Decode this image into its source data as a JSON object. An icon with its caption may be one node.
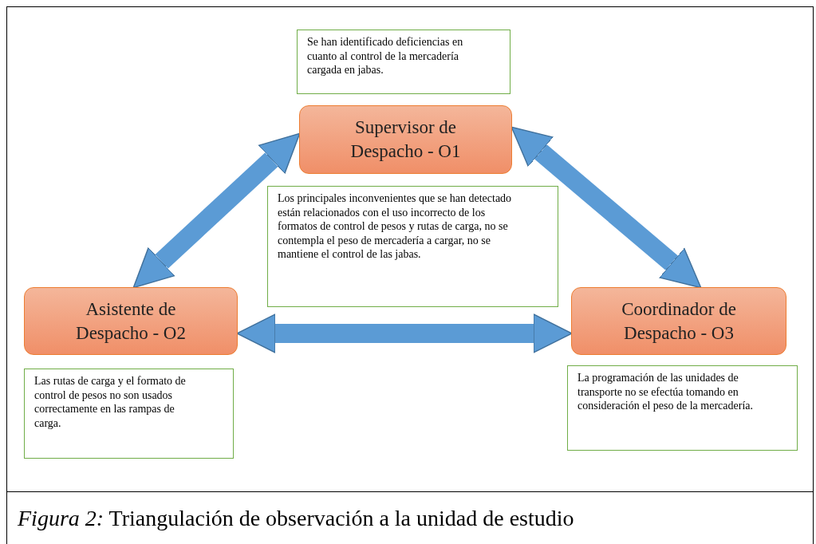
{
  "diagram": {
    "caption": "*Figura 2:* Triangulación de observación a la unidad de estudio",
    "nodes": [
      {
        "text": [
          "Se han identificado deficiencias en cuanto al control de la mercadería cargada en jabas."
        ]
      },
      {
        "text": [
          "Supervisor de Despacho - O1"
        ]
      },
      {
        "text": [
          "Los principales inconvenientes que se han detectado están relacionados con el uso incorrecto de los formatos de control de pesos y rutas de carga, no se contempla el peso de mercadería a cargar, no se mantiene el control de las jabas."
        ]
      },
      {
        "text": [
          "Asistente de Despacho - O2"
        ]
      },
      {
        "text": [
          "Coordinador de Despacho - O3"
        ]
      },
      {
        "text": [
          "Las rutas de carga y el formato de control de pesos no son usados correctamente en las rampas de carga."
        ]
      },
      {
        "text": [
          "La programación de las unidades de transporte no se efectúa tomando en consideración el peso de la mercadería."
        ]
      }
    ],
    "edges": [
      {
        "from": 1,
        "to": 3,
        "arrow": "both"
      },
      {
        "from": 1,
        "to": 4,
        "arrow": "both"
      },
      {
        "from": 3,
        "to": 4,
        "arrow": "both"
      }
    ]
  }
}
